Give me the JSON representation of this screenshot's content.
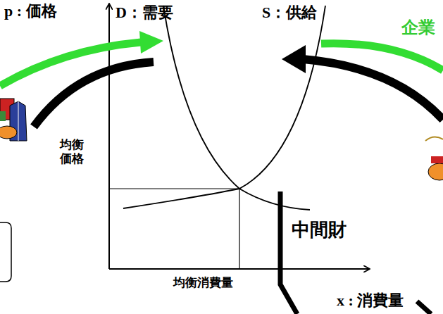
{
  "diagram": {
    "labels": [
      "p : 価格",
      "D：需要",
      "S：供給",
      "企業",
      "均衡 価格",
      "中間財",
      "均衡消費量",
      "x : 消費量"
    ]
  }
}
